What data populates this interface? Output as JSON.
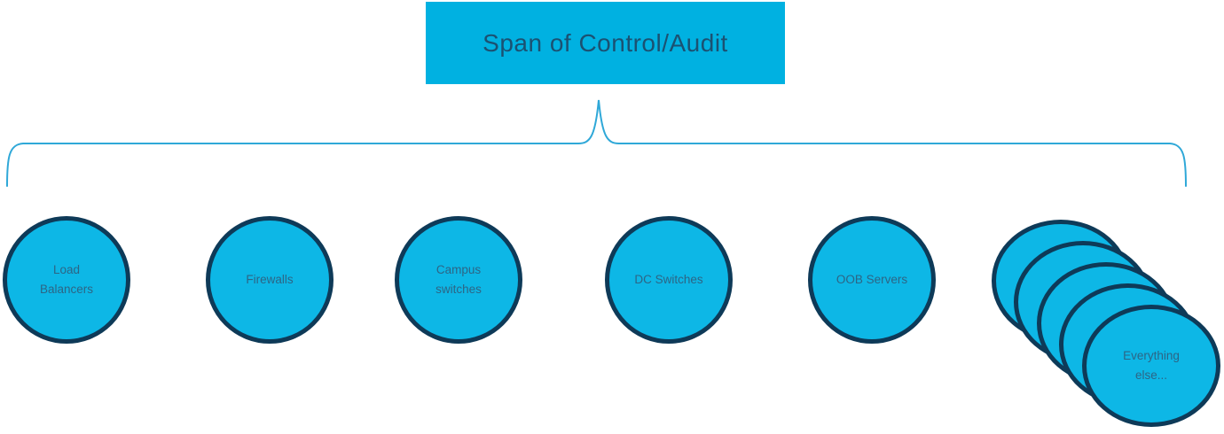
{
  "title": {
    "label": "Span of Control/Audit"
  },
  "nodes": [
    {
      "id": "load-balancers",
      "label": "Load Balancers"
    },
    {
      "id": "firewalls",
      "label": "Firewalls"
    },
    {
      "id": "campus-switches",
      "label": "Campus switches"
    },
    {
      "id": "dc-switches",
      "label": "DC Switches"
    },
    {
      "id": "oob-servers",
      "label": "OOB Servers"
    },
    {
      "id": "everything-else",
      "label": "Everything else...",
      "stack_count": 5
    }
  ],
  "colors": {
    "background": "#ffffff",
    "shape_fill": "#0db7e6",
    "shape_border": "#0e3a58",
    "title_box_fill": "#00b1e1",
    "title_text": "#1b5172",
    "node_label_text": "#2d6585",
    "brace_stroke": "#2fa8d8"
  }
}
